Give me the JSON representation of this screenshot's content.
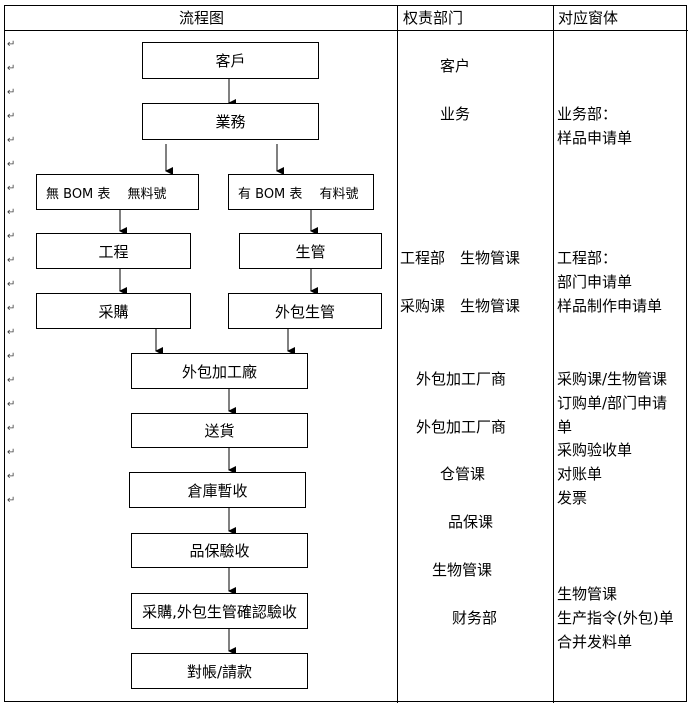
{
  "headers": {
    "flowchart": "流程图",
    "responsibility": "权责部门",
    "form": "对应窗体"
  },
  "flow": {
    "customer": "客戶",
    "sales": "業務",
    "no_bom": "無 BOM 表　 無料號",
    "has_bom": "有 BOM 表　 有料號",
    "engineering": "工程",
    "production_control": "生管",
    "purchasing": "采購",
    "outsourcing_control": "外包生管",
    "vendor": "外包加工廠",
    "delivery": "送貨",
    "warehouse": "倉庫暫收",
    "qa": "品保驗收",
    "confirm": "采購,外包生管確認驗收",
    "reconcile": "對帳/請款"
  },
  "departments": {
    "customer": "客户",
    "sales": "业务",
    "eng_bio": "工程部　生物管课",
    "purch_bio": "采购课　生物管课",
    "vendor1": "外包加工厂商",
    "vendor2": "外包加工厂商",
    "warehouse": "仓管课",
    "qa": "品保课",
    "bio": "生物管课",
    "finance": "财务部"
  },
  "forms": {
    "sales_dept": "业务部：",
    "sample_request": "样品申请单",
    "eng_dept": "工程部：",
    "dept_request": "部门申请单",
    "sample_make": "样品制作申请单",
    "purch_bio": "采购课/生物管课",
    "order_line1": "订购单/部门申请",
    "order_line2": "单",
    "purch_accept": "采购验收单",
    "statement": "对账单",
    "invoice": "发票",
    "bio": "生物管课",
    "prod_order": "生产指令(外包)单",
    "merge_issue": "合并发料单"
  },
  "paragraph_mark": "↵"
}
